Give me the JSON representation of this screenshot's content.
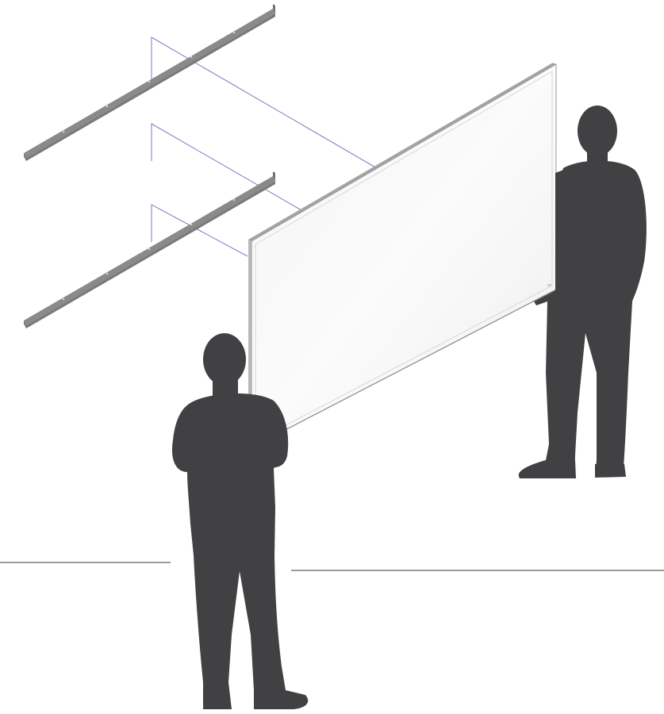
{
  "figure": {
    "description_free": true,
    "colors": {
      "background": "#ffffff",
      "rail": "#8a8a8a",
      "rail_dark": "#6f6f6f",
      "guide_line": "#5b5bb0",
      "panel_face": "#f7f7f8",
      "panel_edge": "#9a9a9a",
      "silhouette": "#414042",
      "floor_line": "#3a3a3a"
    },
    "icons": [
      "mounting-rail",
      "whiteboard-panel",
      "person-silhouette"
    ],
    "rails": 2,
    "people": 2
  }
}
